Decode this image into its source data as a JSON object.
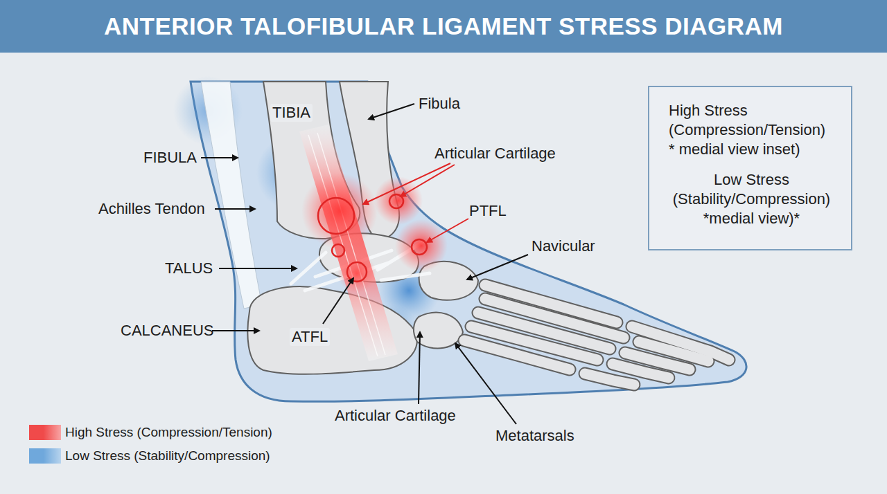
{
  "diagram": {
    "title": "ANTERIOR TALOFIBULAR LIGAMENT STRESS DIAGRAM",
    "nodes": [
      {
        "text": [
          "High Stress (Compression/Tension) * medial view inset)",
          "Low Stress (Stability/Compression) *medial view)*"
        ]
      }
    ],
    "labels": [
      "TIBIA",
      "Fibula",
      "FIBULA",
      "Articular Cartilage",
      "Achilles Tendon",
      "PTFL",
      "Navicular",
      "TALUS",
      "CALCANEUS",
      "ATFL",
      "Articular Cartilage",
      "Metatarsals"
    ],
    "legend": [
      {
        "text": "High Stress (Compression/Tension)",
        "color": "#f04a4a"
      },
      {
        "text": "Low Stress (Stability/Compression)",
        "color": "#6fa8dc"
      }
    ]
  }
}
